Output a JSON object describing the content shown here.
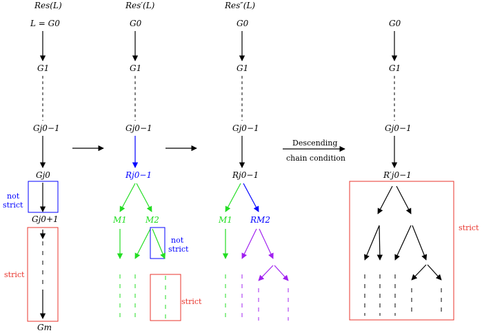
{
  "colors": {
    "black": "#000000",
    "blue": "#0000ff",
    "red": "#e8332b",
    "green": "#22dd22",
    "purple": "#a020f0"
  },
  "columns": [
    {
      "title": "Res(L)",
      "nodes": [
        "L = G0",
        "G1",
        "Gj0−1",
        "Gj0",
        "Gj0+1",
        "Gm"
      ]
    },
    {
      "title": "Res′(L)",
      "nodes": [
        "G0",
        "G1",
        "Gj0−1",
        "Rj0−1",
        "M1",
        "M2"
      ]
    },
    {
      "title": "Res″(L)",
      "nodes": [
        "G0",
        "G1",
        "Gj0−1",
        "Rj0−1",
        "M1",
        "RM2"
      ]
    },
    {
      "title": "",
      "nodes": [
        "G0",
        "G1",
        "Gj0−1",
        "R′j0−1"
      ]
    }
  ],
  "labels": {
    "not_strict_1": "not",
    "not_strict_2": "strict",
    "strict": "strict",
    "descending_1": "Descending",
    "descending_2": "chain condition"
  }
}
